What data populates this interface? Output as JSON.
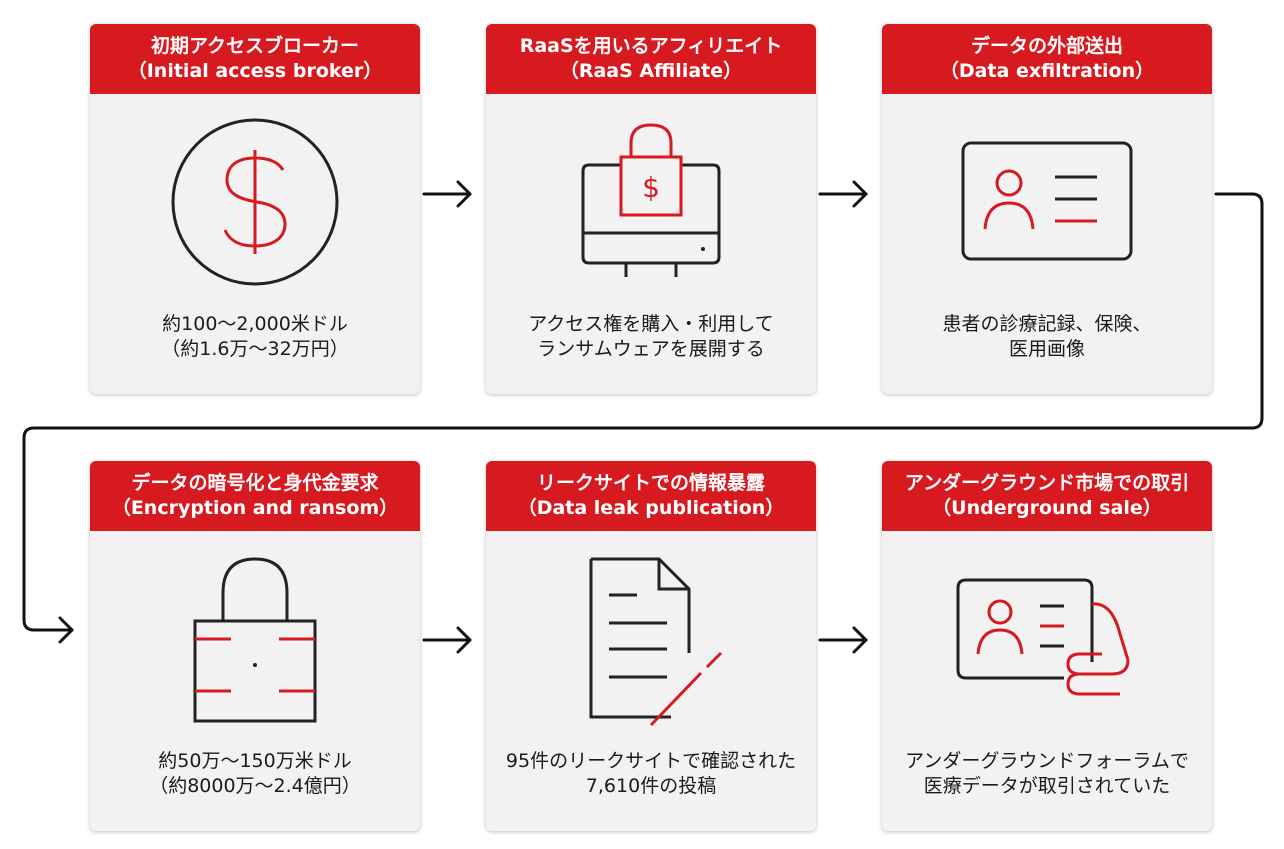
{
  "colors": {
    "accent": "#d71920",
    "card_background": "#f2f2f2",
    "icon_stroke": "#222222",
    "arrow": "#111111"
  },
  "cards": [
    {
      "title": "初期アクセスブローカー",
      "subtitle": "（Initial access broker）",
      "icon": "dollar-coin-icon",
      "text_lines": [
        "約100～2,000米ドル",
        "（約1.6万～32万円）"
      ]
    },
    {
      "title": "RaaSを用いるアフィリエイト",
      "subtitle": "（RaaS Affiliate）",
      "icon": "computer-padlock-icon",
      "text_lines": [
        "アクセス権を購入・利用して",
        "ランサムウェアを展開する"
      ]
    },
    {
      "title": "データの外部送出",
      "subtitle": "（Data exfiltration）",
      "icon": "id-card-icon",
      "text_lines": [
        "患者の診療記録、保険、",
        "医用画像"
      ]
    },
    {
      "title": "データの暗号化と身代金要求",
      "subtitle": "（Encryption and ransom）",
      "icon": "padlock-icon",
      "text_lines": [
        "約50万～150万米ドル",
        "（約8000万～2.4億円）"
      ]
    },
    {
      "title": "リークサイトでの情報暴露",
      "subtitle": "（Data leak publication）",
      "icon": "document-pen-icon",
      "text_lines": [
        "95件のリークサイトで確認された",
        "7,610件の投稿"
      ]
    },
    {
      "title": "アンダーグラウンド市場での取引",
      "subtitle": "（Underground sale）",
      "icon": "id-card-hand-icon",
      "text_lines": [
        "アンダーグラウンドフォーラムで",
        "医療データが取引されていた"
      ]
    }
  ]
}
